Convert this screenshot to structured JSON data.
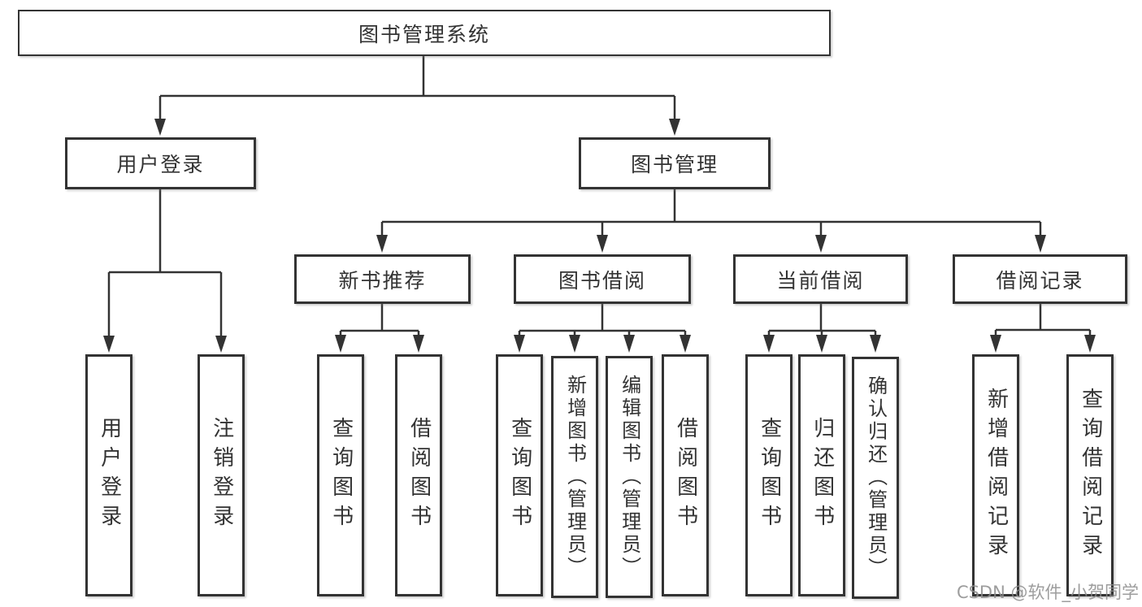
{
  "palette": {
    "line": "#333333",
    "background": "#ffffff",
    "watermark_gray": "#8c8c8c"
  },
  "watermark": {
    "text": "CSDN @软件_小贺同学"
  },
  "tree": {
    "root": {
      "label": "图书管理系统",
      "children": [
        {
          "label": "用户登录",
          "children": [
            {
              "label": "用户登录"
            },
            {
              "label": "注销登录"
            }
          ]
        },
        {
          "label": "图书管理",
          "children": [
            {
              "label": "新书推荐",
              "children": [
                {
                  "label": "查询图书"
                },
                {
                  "label": "借阅图书"
                }
              ]
            },
            {
              "label": "图书借阅",
              "children": [
                {
                  "label": "查询图书"
                },
                {
                  "label": "新增图书（管理员）"
                },
                {
                  "label": "编辑图书（管理员）"
                },
                {
                  "label": "借阅图书"
                }
              ]
            },
            {
              "label": "当前借阅",
              "children": [
                {
                  "label": "查询图书"
                },
                {
                  "label": "归还图书"
                },
                {
                  "label": "确认归还（管理员）"
                }
              ]
            },
            {
              "label": "借阅记录",
              "children": [
                {
                  "label": "新增借阅记录"
                },
                {
                  "label": "查询借阅记录"
                }
              ]
            }
          ]
        }
      ]
    }
  }
}
